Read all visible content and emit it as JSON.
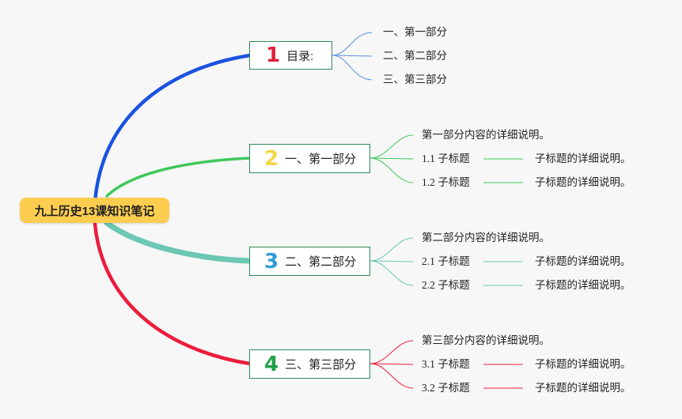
{
  "root": {
    "title": "九上历史13课知识笔记"
  },
  "colors": {
    "root_fill": "#fccd4f",
    "box_border": "#2e8b57",
    "branch1": "#1a52e0",
    "branch2": "#3ec95a",
    "branch3": "#6cc7b3",
    "branch4": "#ec1c3c",
    "badge1": "#e0213e",
    "badge2": "#f5d547",
    "badge3": "#2f9bd8",
    "badge4": "#21a04a"
  },
  "branches": [
    {
      "badge": "1",
      "label": "目录:",
      "children": [
        "一、第一部分",
        "二、第二部分",
        "三、第三部分"
      ]
    },
    {
      "badge": "2",
      "label": "一、第一部分",
      "description": "第一部分内容的详细说明。",
      "subs": [
        {
          "label": "1.1 子标题",
          "detail": "子标题的详细说明。"
        },
        {
          "label": "1.2 子标题",
          "detail": "子标题的详细说明。"
        }
      ]
    },
    {
      "badge": "3",
      "label": "二、第二部分",
      "description": "第二部分内容的详细说明。",
      "subs": [
        {
          "label": "2.1 子标题",
          "detail": "子标题的详细说明。"
        },
        {
          "label": "2.2 子标题",
          "detail": "子标题的详细说明。"
        }
      ]
    },
    {
      "badge": "4",
      "label": "三、第三部分",
      "description": "第三部分内容的详细说明。",
      "subs": [
        {
          "label": "3.1 子标题",
          "detail": "子标题的详细说明。"
        },
        {
          "label": "3.2 子标题",
          "detail": "子标题的详细说明。"
        }
      ]
    }
  ]
}
